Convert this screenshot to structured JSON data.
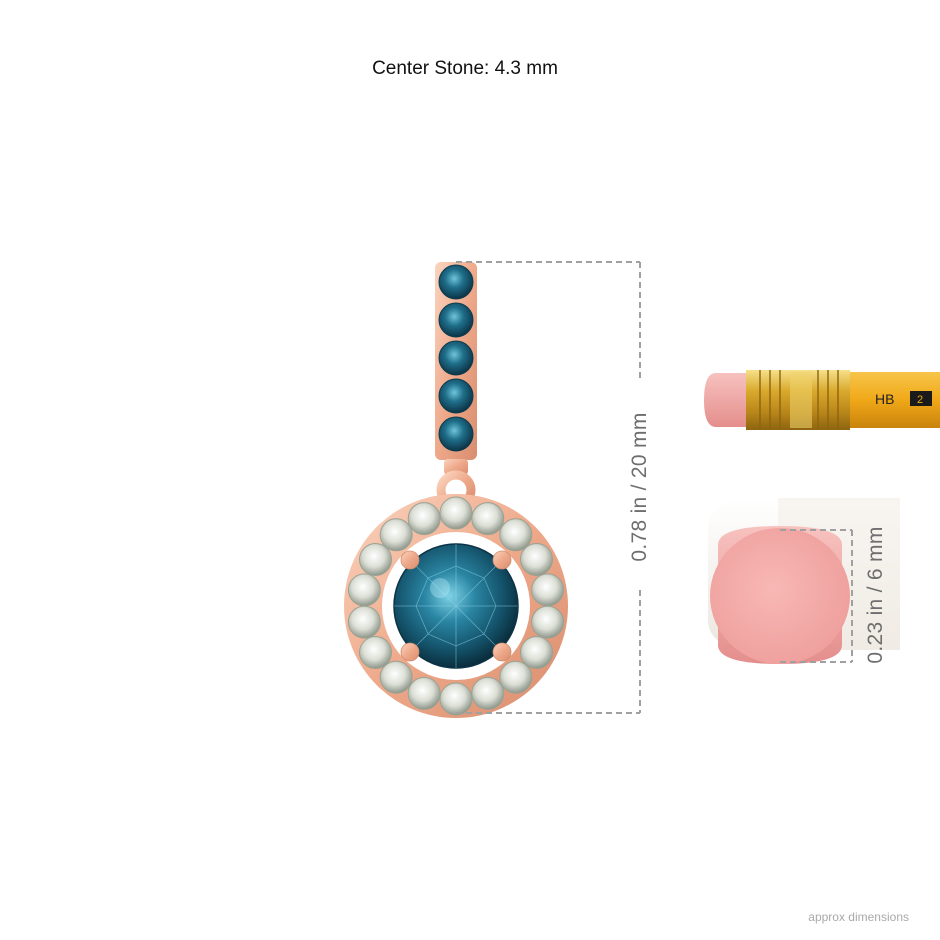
{
  "header": {
    "center_stone": "Center Stone: 4.3 mm"
  },
  "dimensions": {
    "pendant_height": "0.78 in / 20 mm",
    "eraser_diameter": "0.23 in / 6 mm"
  },
  "pencil": {
    "grade_letters": "HB",
    "grade_number": "2"
  },
  "footer": {
    "approx_note": "approx dimensions"
  },
  "colors": {
    "metal": "#f2b79a",
    "blue_diamond": "#1f6f8b",
    "white_diamond": "#dcdfd6",
    "eraser": "#f3a6a4",
    "pencil_body": "#f0a818",
    "ferrule": "#d9a92c",
    "dimension_line": "#a0a0a0"
  }
}
